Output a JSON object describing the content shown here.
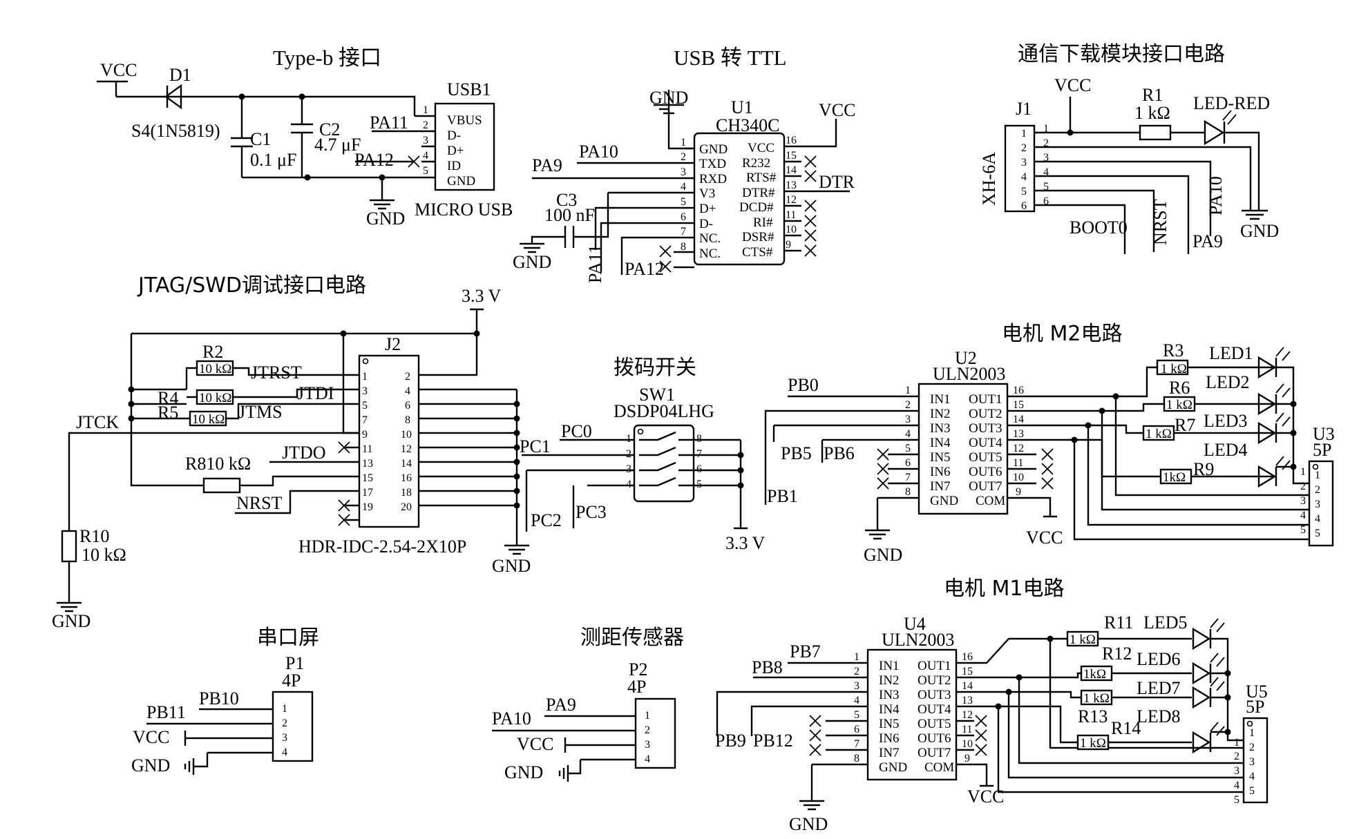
{
  "titles": {
    "typeb": "Type-b 接口",
    "usbttl": "USB 转 TTL",
    "comm": "通信下载模块接口电路",
    "jtag": "JTAG/SWD调试接口电路",
    "dip": "拨码开关",
    "m2": "电机 M2电路",
    "m1": "电机 M1电路",
    "serial": "串口屏",
    "ranging": "测距传感器"
  },
  "typeb": {
    "vcc": "VCC",
    "d1": "D1",
    "d1_part": "S4(1N5819)",
    "c1": "C1",
    "c1_val": "0.1 μF",
    "c2": "C2",
    "c2_val": "4.7 μF",
    "usb1": "USB1",
    "usb1_part": "MICRO USB",
    "gnd": "GND",
    "pa11": "PA11",
    "pa12": "PA12",
    "pins": [
      "VBUS",
      "D-",
      "D+",
      "ID",
      "GND"
    ],
    "pin_nums": [
      "1",
      "2",
      "3",
      "4",
      "5"
    ]
  },
  "usbttl": {
    "gnd": "GND",
    "u1": "U1",
    "u1_part": "CH340C",
    "vcc": "VCC",
    "dtr": "DTR",
    "pa10": "PA10",
    "pa9": "PA9",
    "c3": "C3",
    "c3_val": "100 nF",
    "gnd2": "GND",
    "pa11": "PA11",
    "pa12": "PA12",
    "left_pins": [
      "GND",
      "TXD",
      "RXD",
      "V3",
      "D+",
      "D-",
      "NC.",
      "NC."
    ],
    "left_nums": [
      "1",
      "2",
      "3",
      "4",
      "5",
      "6",
      "7",
      "8"
    ],
    "right_pins": [
      "VCC",
      "R232",
      "RTS#",
      "DTR#",
      "DCD#",
      "RI#",
      "DSR#",
      "CTS#"
    ],
    "right_nums": [
      "16",
      "15",
      "14",
      "13",
      "12",
      "11",
      "10",
      "9"
    ]
  },
  "comm": {
    "j1": "J1",
    "j1_part": "XH-6A",
    "vcc": "VCC",
    "r1": "R1",
    "r1_val": "1 kΩ",
    "led": "LED-RED",
    "boot0": "BOOT0",
    "nrst": "NRST",
    "pa9": "PA9",
    "pa10": "PA10",
    "gnd": "GND",
    "nums": [
      "1",
      "2",
      "3",
      "4",
      "5",
      "6"
    ]
  },
  "jtag": {
    "v33": "3.3 V",
    "j2": "J2",
    "j2_part": "HDR-IDC-2.54-2X10P",
    "r2": "R2",
    "r2_val": "10 kΩ",
    "r4": "R4",
    "r4_val": "10 kΩ",
    "r5": "R5",
    "r5_val": "10 kΩ",
    "r8": "R810 kΩ",
    "r10": "R10",
    "r10_val": "10 kΩ",
    "jtrst": "JTRST",
    "jtdi": "JTDI",
    "jtms": "JTMS",
    "jtck": "JTCK",
    "jtdo": "JTDO",
    "nrst": "NRST",
    "gnd": "GND",
    "gnd2": "GND",
    "left_nums": [
      "1",
      "3",
      "5",
      "7",
      "9",
      "11",
      "13",
      "15",
      "17",
      "19"
    ],
    "right_nums": [
      "2",
      "4",
      "6",
      "8",
      "10",
      "12",
      "14",
      "16",
      "18",
      "20"
    ]
  },
  "dip": {
    "sw1": "SW1",
    "part": "DSDP04LHG",
    "pc0": "PC0",
    "pc1": "PC1",
    "pc2": "PC2",
    "pc3": "PC3",
    "v33": "3.3 V",
    "left_nums": [
      "1",
      "2",
      "3",
      "4"
    ],
    "right_nums": [
      "8",
      "7",
      "6",
      "5"
    ]
  },
  "m2": {
    "u2": "U2",
    "part": "ULN2003",
    "pb0": "PB0",
    "pb5": "PB5",
    "pb6": "PB6",
    "pb1": "PB1",
    "gnd": "GND",
    "vcc": "VCC",
    "r3": "R3",
    "r6": "R6",
    "r7": "R7",
    "r9": "R9",
    "rval": "1 kΩ",
    "rval2": "1kΩ",
    "led1": "LED1",
    "led2": "LED2",
    "led3": "LED3",
    "led4": "LED4",
    "u3": "U3",
    "u3_part": "5P",
    "left_pins": [
      "IN1",
      "IN2",
      "IN3",
      "IN4",
      "IN5",
      "IN6",
      "IN7",
      "GND"
    ],
    "right_pins": [
      "OUT1",
      "OUT2",
      "OUT3",
      "OUT4",
      "OUT5",
      "OUT6",
      "OUT7",
      "COM"
    ],
    "left_nums": [
      "1",
      "2",
      "3",
      "4",
      "5",
      "6",
      "7",
      "8"
    ],
    "right_nums": [
      "16",
      "15",
      "14",
      "13",
      "12",
      "11",
      "10",
      "9"
    ],
    "conn_nums": [
      "1",
      "2",
      "3",
      "4",
      "5"
    ]
  },
  "m1": {
    "u4": "U4",
    "part": "ULN2003",
    "pb7": "PB7",
    "pb8": "PB8",
    "pb9": "PB9",
    "pb12": "PB12",
    "gnd": "GND",
    "vcc": "VCC",
    "r11": "R11",
    "r12": "R12",
    "r13": "R13",
    "r14": "R14",
    "rval": "1 kΩ",
    "rval2": "1kΩ",
    "led5": "LED5",
    "led6": "LED6",
    "led7": "LED7",
    "led8": "LED8",
    "u5": "U5",
    "u5_part": "5P"
  },
  "serial": {
    "p1": "P1",
    "part": "4P",
    "pb10": "PB10",
    "pb11": "PB11",
    "vcc": "VCC",
    "gnd": "GND",
    "nums": [
      "1",
      "2",
      "3",
      "4"
    ]
  },
  "ranging": {
    "p2": "P2",
    "part": "4P",
    "pa9": "PA9",
    "pa10": "PA10",
    "vcc": "VCC",
    "gnd": "GND",
    "nums": [
      "1",
      "2",
      "3",
      "4"
    ]
  }
}
